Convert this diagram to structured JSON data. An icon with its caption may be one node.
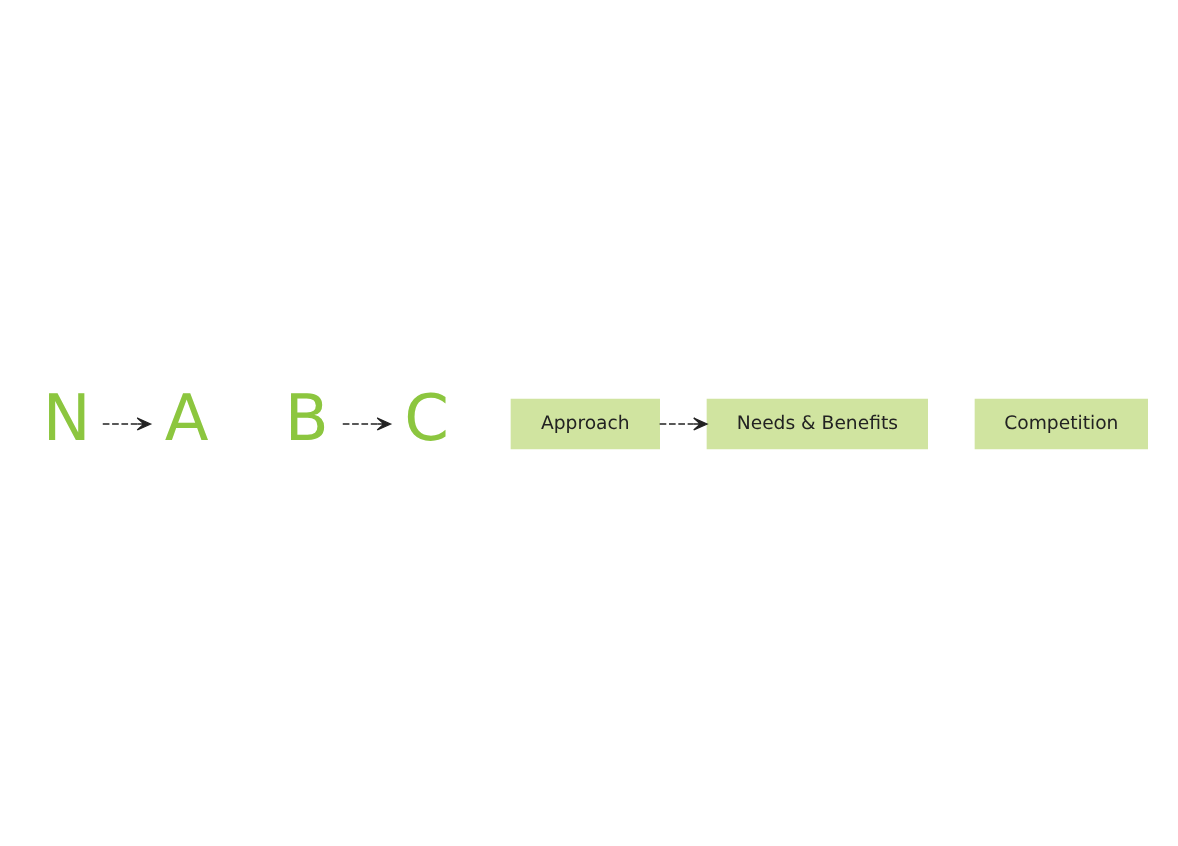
{
  "diagram": {
    "nodes": [
      {
        "text": [
          "A"
        ]
      },
      {
        "text": [
          "N"
        ]
      },
      {
        "text": [
          "B"
        ]
      },
      {
        "text": [
          "C"
        ]
      },
      {
        "text": [
          "Approach"
        ]
      },
      {
        "text": [
          "Needs & Benefits"
        ]
      },
      {
        "text": [
          "Competition"
        ]
      }
    ],
    "edges": [
      {
        "from": 1,
        "to": 0,
        "arrow": "to",
        "style": "dashed"
      },
      {
        "from": 2,
        "to": 3,
        "arrow": "to",
        "style": "dashed"
      },
      {
        "from": 4,
        "to": 5,
        "arrow": "to",
        "style": "dashed"
      }
    ]
  }
}
